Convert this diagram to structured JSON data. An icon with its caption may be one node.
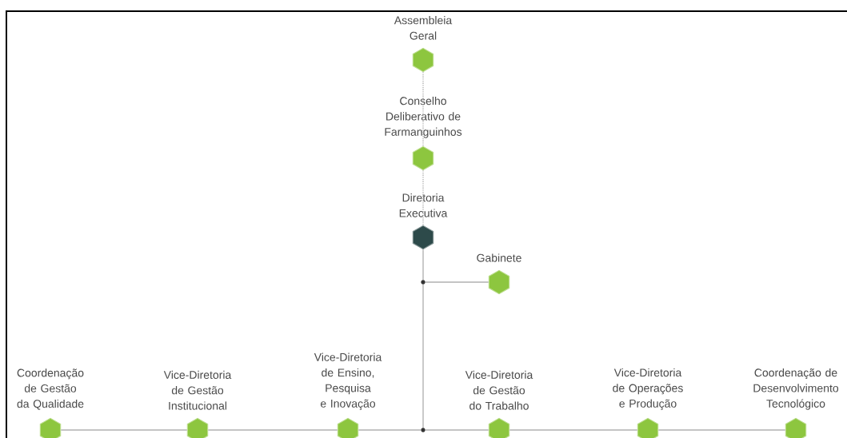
{
  "diagram": {
    "nodes": [
      {
        "text": [
          "Assembleia Geral"
        ]
      },
      {
        "text": [
          "Conselho Deliberativo de Farmanguinhos"
        ]
      },
      {
        "text": [
          "Diretoria Executiva"
        ]
      },
      {
        "text": [
          "Gabinete"
        ]
      },
      {
        "text": [
          "Coordenação de Gestão da Qualidade"
        ]
      },
      {
        "text": [
          "Vice-Diretoria de Gestão Institucional"
        ]
      },
      {
        "text": [
          "Vice-Diretoria de Ensino, Pesquisa e Inovação"
        ]
      },
      {
        "text": [
          "Vice-Diretoria de Gestão do Trabalho"
        ]
      },
      {
        "text": [
          "Vice-Diretoria de Operações e Produção"
        ]
      },
      {
        "text": [
          "Coordenação de Desenvolvimento Tecnológico"
        ]
      },
      {
        "text": [],
        "shape": "circle"
      },
      {
        "text": [],
        "shape": "circle"
      }
    ],
    "edges": [
      {
        "from": 0,
        "to": 1,
        "arrow": "none",
        "style": "dashed"
      },
      {
        "from": 1,
        "to": 2,
        "arrow": "none",
        "style": "dashed"
      },
      {
        "from": 2,
        "to": 10,
        "arrow": "none"
      },
      {
        "from": 10,
        "to": 3,
        "arrow": "none"
      },
      {
        "from": 10,
        "to": 11,
        "arrow": "none"
      },
      {
        "from": 11,
        "to": 6,
        "arrow": "none"
      },
      {
        "from": 6,
        "to": 5,
        "arrow": "none"
      },
      {
        "from": 5,
        "to": 4,
        "arrow": "none"
      },
      {
        "from": 11,
        "to": 7,
        "arrow": "none"
      },
      {
        "from": 7,
        "to": 8,
        "arrow": "none"
      },
      {
        "from": 8,
        "to": 9,
        "arrow": "none"
      }
    ]
  }
}
